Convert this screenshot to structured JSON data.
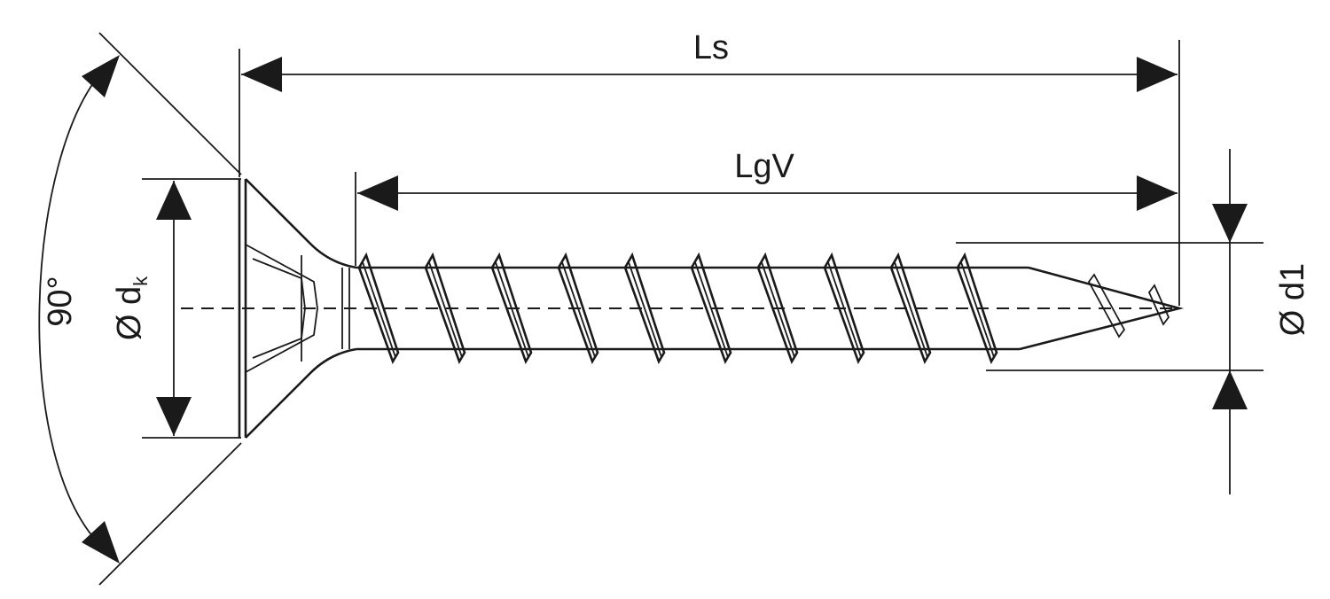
{
  "dimensions": {
    "ls": "Ls",
    "lgv": "LgV",
    "d1": "Ø d1",
    "dk_main": "Ø d",
    "dk_sub": "k",
    "angle": "90°"
  },
  "thread": {
    "turns": 10
  }
}
